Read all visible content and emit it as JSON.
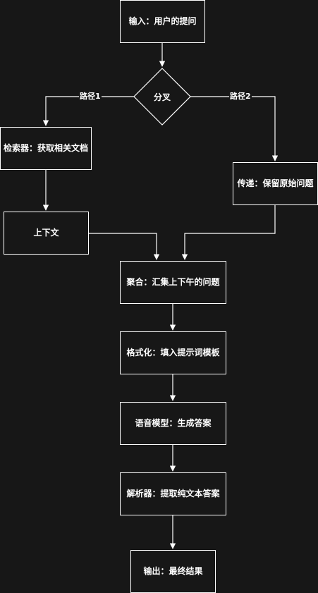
{
  "colors": {
    "background": "#171717",
    "stroke": "#ffffff",
    "text": "#ffffff"
  },
  "nodes": {
    "input": "输入：用户的提问",
    "branch": "分叉",
    "retriever": "检索器：获取相关文档",
    "context": "上下文",
    "passthrough": "传递：保留原始问题",
    "aggregate": "聚合：汇集上下午的问题",
    "format": "格式化：填入提示词模板",
    "llm": "语音模型：生成答案",
    "parser": "解析器：提取纯文本答案",
    "output": "输出：最终结果"
  },
  "edges": {
    "path1": "路径1",
    "path2": "路径2"
  }
}
